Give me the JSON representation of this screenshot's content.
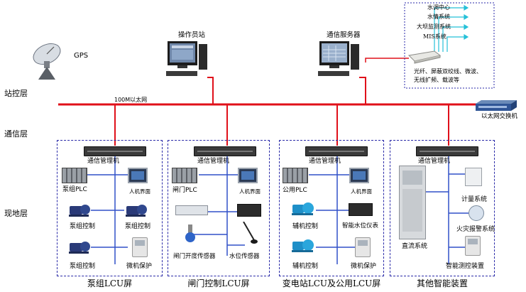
{
  "layers": {
    "station": "站控层",
    "comm": "通信层",
    "field": "现地层"
  },
  "top": {
    "gps": "GPS",
    "operator": "操作员站",
    "comm_server": "通信服务器",
    "ethernet": "100M以太网",
    "switch": "以太网交换机",
    "remote_list": [
      "水调中心",
      "水情系统",
      "大坝监测系统",
      "MIS系统"
    ],
    "remote_note_1": "光纤、屏蔽双绞线、微波、",
    "remote_note_2": "无线扩频、载波等"
  },
  "panels": [
    {
      "title": "泵组LCU屏",
      "cm": "通信管理机",
      "items": [
        "泵组PLC",
        "人机界面",
        "泵组控制",
        "泵组控制",
        "泵组控制",
        "微机保护"
      ]
    },
    {
      "title": "闸门控制LCU屏",
      "cm": "通信管理机",
      "items": [
        "闸门PLC",
        "人机界面",
        "闸门开度传感器",
        "水位传感器"
      ]
    },
    {
      "title": "变电站LCU及公用LCU屏",
      "cm": "通信管理机",
      "items": [
        "公用PLC",
        "人机界面",
        "辅机控制",
        "智能水位仪表",
        "辅机控制",
        "微机保护"
      ]
    },
    {
      "title": "其他智能装置",
      "cm": "通信管理机",
      "items": [
        "计量系统",
        "火灾报警系统",
        "直流系统",
        "智能测控装置"
      ]
    }
  ],
  "colors": {
    "bus": "#e0101a",
    "dashed_box": "#2a2aa8",
    "cyan_link": "#25c0d8"
  }
}
